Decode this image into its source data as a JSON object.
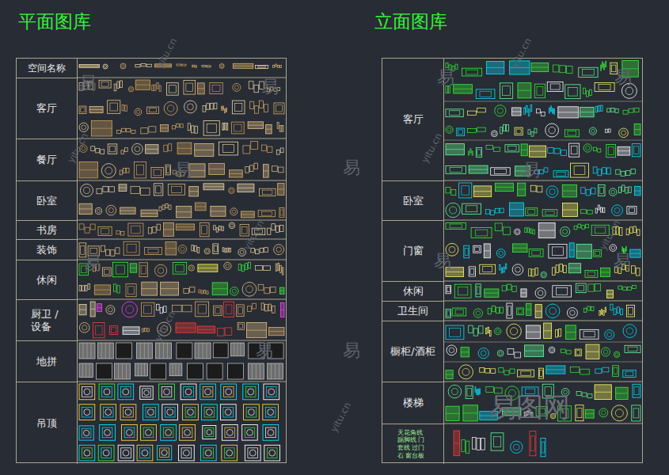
{
  "diagram": {
    "nodes": [
      {
        "text": [
          "平面图库"
        ]
      },
      {
        "text": [
          "空间名称"
        ],
        "in": 0
      },
      {
        "text": [
          "客厅"
        ],
        "in": 0
      },
      {
        "text": [
          "餐厅"
        ],
        "in": 0
      },
      {
        "text": [
          "卧室"
        ],
        "in": 0
      },
      {
        "text": [
          "书房"
        ],
        "in": 0
      },
      {
        "text": [
          "装饰"
        ],
        "in": 0
      },
      {
        "text": [
          "休闲"
        ],
        "in": 0
      },
      {
        "text": [
          "厨卫 /设备"
        ],
        "in": 0
      },
      {
        "text": [
          "地拼"
        ],
        "in": 0
      },
      {
        "text": [
          "吊顶"
        ],
        "in": 0
      },
      {
        "text": [
          "立面图库"
        ]
      },
      {
        "text": [
          "客厅"
        ],
        "in": 11
      },
      {
        "text": [
          "卧室"
        ],
        "in": 11
      },
      {
        "text": [
          "门窗"
        ],
        "in": 11
      },
      {
        "text": [
          "休闲"
        ],
        "in": 11
      },
      {
        "text": [
          "卫生间"
        ],
        "in": 11
      },
      {
        "text": [
          "橱柜/酒柜"
        ],
        "in": 11
      },
      {
        "text": [
          "楼梯"
        ],
        "in": 11
      },
      {
        "text": [
          "天花角线 踢脚线 门套线 过门石 窗台板"
        ],
        "in": 11
      }
    ],
    "labels": [
      "易",
      "易",
      "易",
      "易",
      "易",
      "易",
      "易",
      "易",
      "易",
      "易",
      "易",
      "易",
      "yitu.cn",
      "yitu.cn",
      "yitu.cn",
      "yitu.cn",
      "yitu.cn",
      "yitu.cn",
      "yitu.cn",
      "yitu.cn",
      "易图网"
    ]
  }
}
